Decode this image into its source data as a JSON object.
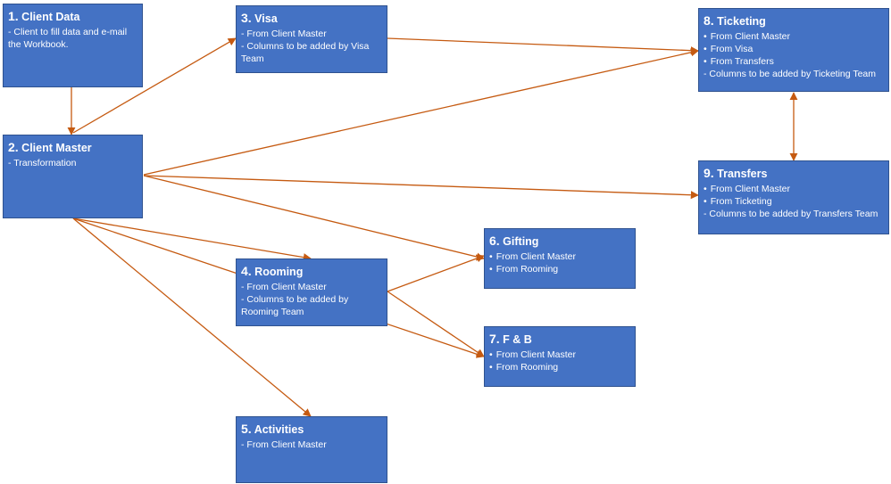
{
  "colors": {
    "box_fill": "#4472c4",
    "box_border": "#2f528f",
    "arrow": "#c55a11",
    "text": "#ffffff"
  },
  "nodes": [
    {
      "id": "client-data",
      "num": "1.",
      "title": "Client Data",
      "style": "dash",
      "lines": [
        "Client to fill data and e-mail the Workbook."
      ]
    },
    {
      "id": "client-master",
      "num": "2.",
      "title": "Client Master",
      "style": "dash",
      "lines": [
        "Transformation"
      ]
    },
    {
      "id": "visa",
      "num": "3.",
      "title": "Visa",
      "style": "dash",
      "lines": [
        "From Client Master",
        "Columns to be added by Visa Team"
      ]
    },
    {
      "id": "rooming",
      "num": "4.",
      "title": "Rooming",
      "style": "dash",
      "lines": [
        "From Client Master",
        "Columns to be added by Rooming Team"
      ]
    },
    {
      "id": "activities",
      "num": "5.",
      "title": "Activities",
      "style": "dash",
      "lines": [
        "From Client Master"
      ]
    },
    {
      "id": "gifting",
      "num": "6.",
      "title": "Gifting",
      "style": "bullet",
      "lines": [
        "From Client Master",
        "From Rooming"
      ]
    },
    {
      "id": "fnb",
      "num": "7.",
      "title": "F & B",
      "style": "bullet",
      "lines": [
        "From Client Master",
        "From Rooming"
      ]
    },
    {
      "id": "ticketing",
      "num": "8.",
      "title": "Ticketing",
      "style": "bullet",
      "lines": [
        "From Client Master",
        "From Visa",
        "From Transfers",
        "Columns to be added by Ticketing Team"
      ]
    },
    {
      "id": "transfers",
      "num": "9.",
      "title": "Transfers",
      "style": "bullet",
      "lines": [
        "From Client Master",
        "From Ticketing",
        "Columns to be added by Transfers Team"
      ]
    }
  ],
  "edges": [
    {
      "from": "client-data",
      "to": "client-master",
      "direction": "forward"
    },
    {
      "from": "client-master",
      "to": "visa",
      "direction": "forward"
    },
    {
      "from": "client-master",
      "to": "ticketing",
      "direction": "forward"
    },
    {
      "from": "client-master",
      "to": "transfers",
      "direction": "forward"
    },
    {
      "from": "client-master",
      "to": "gifting",
      "direction": "forward"
    },
    {
      "from": "client-master",
      "to": "rooming",
      "direction": "forward"
    },
    {
      "from": "client-master",
      "to": "fnb",
      "direction": "forward"
    },
    {
      "from": "client-master",
      "to": "activities",
      "direction": "forward"
    },
    {
      "from": "visa",
      "to": "ticketing",
      "direction": "forward"
    },
    {
      "from": "rooming",
      "to": "gifting",
      "direction": "forward"
    },
    {
      "from": "rooming",
      "to": "fnb",
      "direction": "forward"
    },
    {
      "from": "ticketing",
      "to": "transfers",
      "direction": "both"
    }
  ]
}
